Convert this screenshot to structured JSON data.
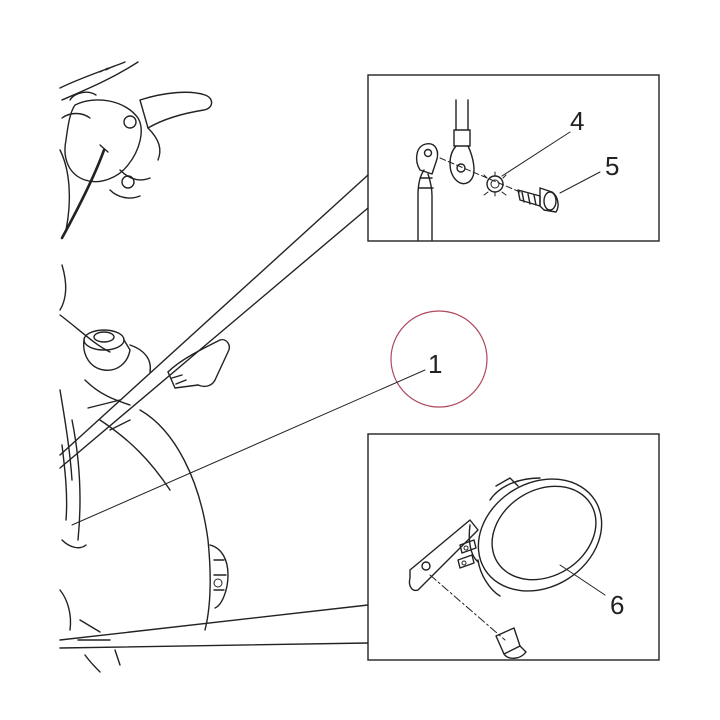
{
  "diagram": {
    "callouts": [
      {
        "id": "1",
        "label": "1"
      },
      {
        "id": "4",
        "label": "4"
      },
      {
        "id": "5",
        "label": "5"
      },
      {
        "id": "6",
        "label": "6"
      }
    ],
    "highlight_color": "#b0475c",
    "line_color": "#222222",
    "background": "#ffffff"
  }
}
